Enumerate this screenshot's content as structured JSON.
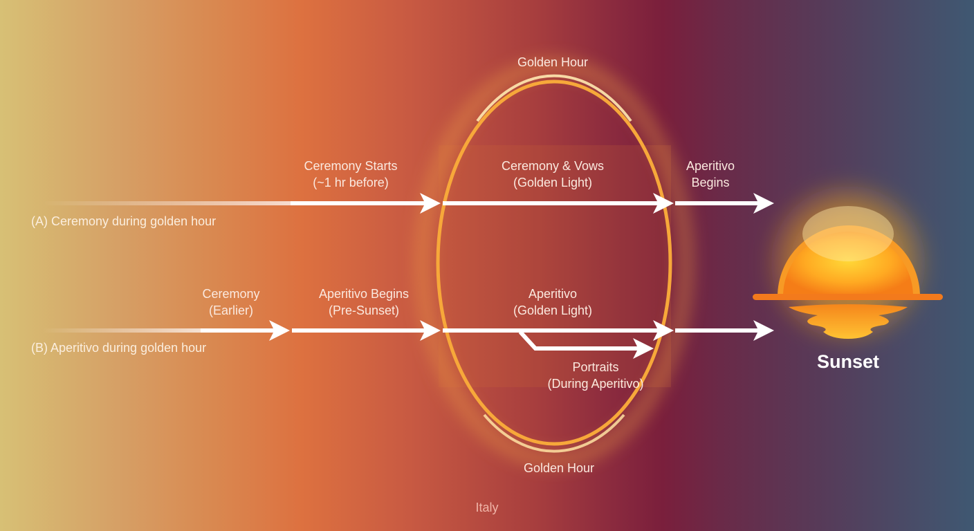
{
  "diagram": {
    "type": "timeline-comparison",
    "background_colors": [
      "#d7c075",
      "#dd7140",
      "#7a1f3c",
      "#3f5872"
    ],
    "accent_color": "#f7a83a",
    "arrow_color": "#ffffff"
  },
  "golden_hour": {
    "top_label": "Golden Hour",
    "bottom_label": "Golden Hour"
  },
  "row_a": {
    "title": "(A) Ceremony during golden hour",
    "steps": [
      {
        "label_line1": "Ceremony Starts",
        "label_line2": "(~1 hr before)"
      },
      {
        "label_line1": "Ceremony & Vows",
        "label_line2": "(Golden Light)"
      },
      {
        "label_line1": "Aperitivo",
        "label_line2": "Begins"
      }
    ]
  },
  "row_b": {
    "title": "(B) Aperitivo during golden hour",
    "steps": [
      {
        "label_line1": "Ceremony",
        "label_line2": "(Earlier)"
      },
      {
        "label_line1": "Aperitivo Begins",
        "label_line2": "(Pre-Sunset)"
      },
      {
        "label_line1": "Aperitivo",
        "label_line2": "(Golden Light)"
      }
    ],
    "branch": {
      "label_line1": "Portraits",
      "label_line2": "(During Aperitivo)"
    }
  },
  "sunset": {
    "label": "Sunset",
    "icon": "sunset-icon"
  },
  "footer": {
    "location": "Italy"
  }
}
